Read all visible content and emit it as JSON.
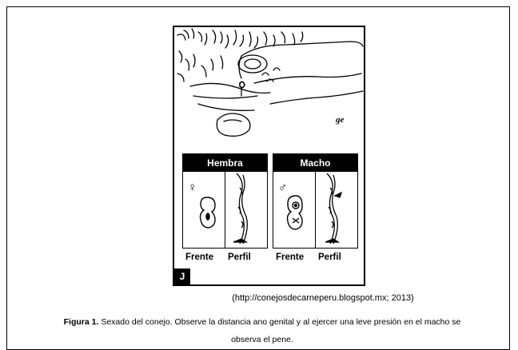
{
  "figure": {
    "corner_letter": "J",
    "signature": "ge",
    "panels": [
      {
        "title": "Hembra",
        "symbol": "♀",
        "labels": [
          "Frente",
          "Perfil"
        ]
      },
      {
        "title": "Macho",
        "symbol": "♂",
        "labels": [
          "Frente",
          "Perfil"
        ]
      }
    ]
  },
  "source": "(http://conejosdecarneperu.blogspot.mx; 2013)",
  "caption": {
    "label": "Figura 1.",
    "text_line1": " Sexado del conejo.  Observe la distancia ano genital y al ejercer una leve presión en el macho se",
    "text_line2": "observa el pene."
  }
}
